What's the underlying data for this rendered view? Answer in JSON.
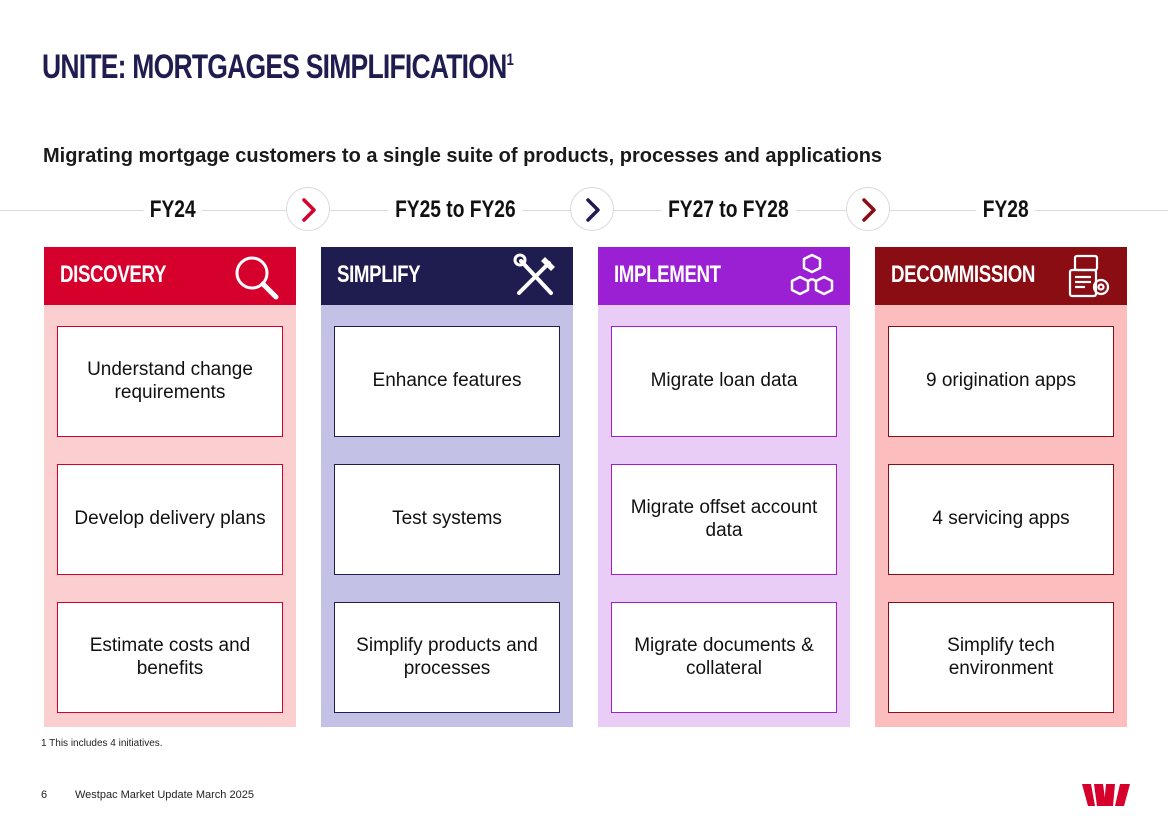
{
  "page": {
    "title": "UNITE: MORTGAGES SIMPLIFICATION",
    "title_sup": "1",
    "subtitle": "Migrating mortgage customers to a single suite of products, processes and applications"
  },
  "timeline": [
    {
      "label": "FY24"
    },
    {
      "label": "FY25 to FY26"
    },
    {
      "label": "FY27 to FY28"
    },
    {
      "label": "FY28"
    }
  ],
  "chevrons": [
    {
      "icon": "chevron-right-icon",
      "color": "#d5002b"
    },
    {
      "icon": "chevron-right-icon",
      "color": "#1f1c4f"
    },
    {
      "icon": "chevron-right-icon",
      "color": "#8b0d14"
    }
  ],
  "columns": [
    {
      "header": "DISCOVERY",
      "icon": "magnifier-icon",
      "head_color": "#d5002b",
      "body_color": "#fbcfcf",
      "border_color": "#d5002b",
      "cards": [
        "Understand change requirements",
        "Develop delivery plans",
        "Estimate costs and benefits"
      ]
    },
    {
      "header": "SIMPLIFY",
      "icon": "tools-icon",
      "head_color": "#1f1c4f",
      "body_color": "#c4c1e6",
      "border_color": "#1f1c4f",
      "cards": [
        "Enhance features",
        "Test systems",
        "Simplify products and processes"
      ]
    },
    {
      "header": "IMPLEMENT",
      "icon": "cubes-icon",
      "head_color": "#9b1fd3",
      "body_color": "#e9cdf6",
      "border_color": "#9b1fd3",
      "cards": [
        "Migrate loan data",
        "Migrate offset account data",
        "Migrate documents & collateral"
      ]
    },
    {
      "header": "DECOMMISSION",
      "icon": "server-settings-icon",
      "head_color": "#8b0d14",
      "body_color": "#fbbdbd",
      "border_color": "#8b0d14",
      "cards": [
        "9 origination apps",
        "4 servicing apps",
        "Simplify tech environment"
      ]
    }
  ],
  "footnote": "1 This includes 4 initiatives.",
  "footer": {
    "page_number": "6",
    "text": "Westpac Market Update March 2025",
    "logo": "westpac-logo-icon",
    "logo_color": "#d5002b"
  }
}
